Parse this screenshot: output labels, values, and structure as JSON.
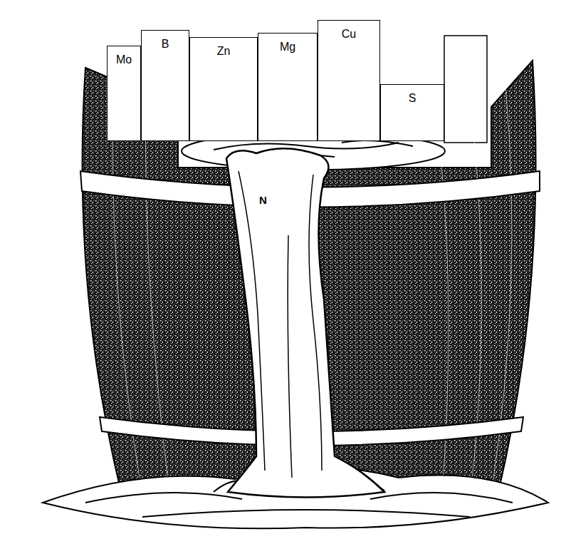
{
  "diagram": {
    "nodes": [
      {
        "text": [
          "Mo"
        ]
      },
      {
        "text": [
          "B"
        ]
      },
      {
        "text": [
          "Zn"
        ]
      },
      {
        "text": [
          "Mg"
        ]
      },
      {
        "text": [
          "Cu"
        ]
      },
      {
        "text": [
          "S"
        ]
      }
    ],
    "labels": [
      "N"
    ]
  }
}
